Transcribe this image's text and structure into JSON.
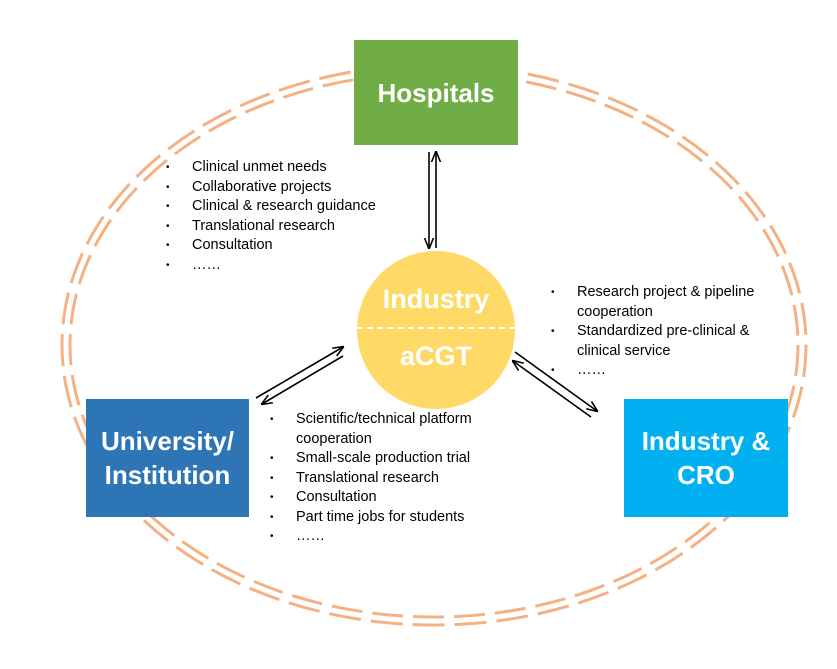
{
  "nodes": {
    "hospitals": {
      "label": "Hospitals"
    },
    "university": {
      "line1": "University/",
      "line2": "Institution"
    },
    "industry_cro": {
      "line1": "Industry &",
      "line2": "CRO"
    },
    "center": {
      "top": "Industry",
      "bottom": "aCGT"
    }
  },
  "lists": {
    "hospitals": [
      "Clinical unmet needs",
      "Collaborative projects",
      "Clinical & research guidance",
      "Translational research",
      "Consultation",
      "……"
    ],
    "industry_cro": [
      "Research project & pipeline",
      "cooperation",
      "Standardized pre-clinical &",
      "clinical service",
      "……"
    ],
    "university": [
      "Scientific/technical platform",
      "cooperation",
      "Small-scale production trial",
      "Translational research",
      "Consultation",
      "Part time jobs for students",
      "……"
    ]
  },
  "bullet_char": "•",
  "colors": {
    "hospitals": "#70ad47",
    "university": "#2e75b6",
    "industry_cro": "#00b0f0",
    "center": "#ffd966",
    "ring": "#f4b183",
    "arrows": "#000000"
  }
}
